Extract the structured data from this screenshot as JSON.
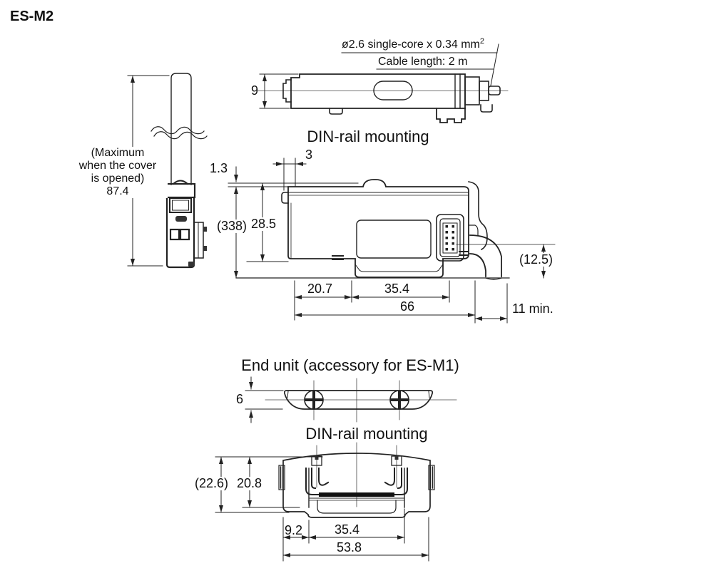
{
  "title": "ES-M2",
  "fiber_view": {
    "note_line1": "(Maximum",
    "note_line2": "when the cover",
    "note_line3": "is opened)",
    "note_line4": "87.4"
  },
  "top_view": {
    "dim_height": "9",
    "cable_spec": "ø2.6 single-core x 0.34 mm",
    "cable_spec_sup": "2",
    "cable_length": "Cable length: 2 m"
  },
  "main_view": {
    "heading": "DIN-rail mounting",
    "dim_step": "3",
    "dim_lip": "1.3",
    "dim_height_total": "(338)",
    "dim_height_body": "28.5",
    "dim_cable_bend": "(12.5)",
    "dim_left": "20.7",
    "dim_clip": "35.4",
    "dim_width": "66",
    "dim_clearance": "11 min."
  },
  "end_unit": {
    "heading": "End unit (accessory for ES-M1)",
    "top_view": {
      "dim_height": "6"
    },
    "front_view": {
      "heading": "DIN-rail mounting",
      "dim_height_total": "(22.6)",
      "dim_height_body": "20.8",
      "dim_left": "9.2",
      "dim_clip": "35.4",
      "dim_width": "53.8"
    }
  }
}
